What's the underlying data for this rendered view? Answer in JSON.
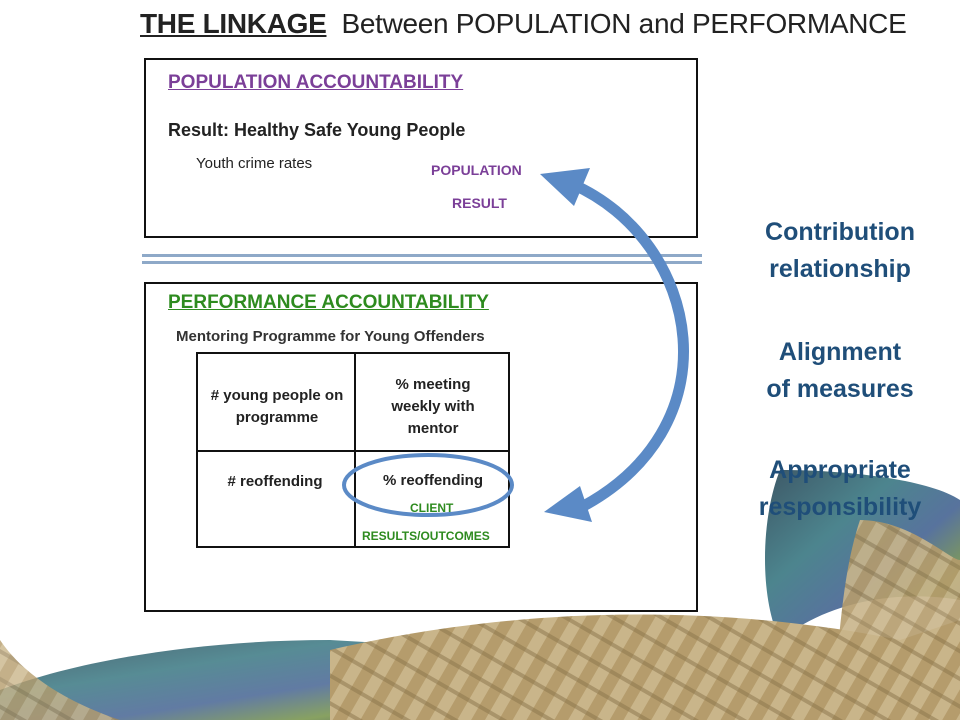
{
  "title": {
    "bold": "THE LINKAGE",
    "rest": "Between POPULATION and PERFORMANCE"
  },
  "population": {
    "heading": "POPULATION ACCOUNTABILITY",
    "result": "Result: Healthy Safe Young People",
    "indicator": "Youth crime rates",
    "tag_line1": "POPULATION",
    "tag_line2": "RESULT"
  },
  "performance": {
    "heading": "PERFORMANCE ACCOUNTABILITY",
    "programme": "Mentoring Programme for Young Offenders",
    "cells": {
      "top_left": "# young people on programme",
      "top_right": "% meeting weekly with mentor",
      "bottom_left": "# reoffending",
      "bottom_right": "% reoffending"
    },
    "tag_line1": "CLIENT",
    "tag_line2": "RESULTS/OUTCOMES"
  },
  "right_panel": {
    "item1_line1": "Contribution",
    "item1_line2": "relationship",
    "item2_line1": "Alignment",
    "item2_line2": "of measures",
    "item3_line1": "Appropriate",
    "item3_line2": "responsibility"
  },
  "colors": {
    "purple": "#7b3f98",
    "green": "#2e8b1f",
    "arrow_blue": "#5b8ac6",
    "right_text": "#1f4e79"
  },
  "icons": {
    "arrow": "double-headed-curved-arrow",
    "highlight": "ellipse-highlight"
  }
}
